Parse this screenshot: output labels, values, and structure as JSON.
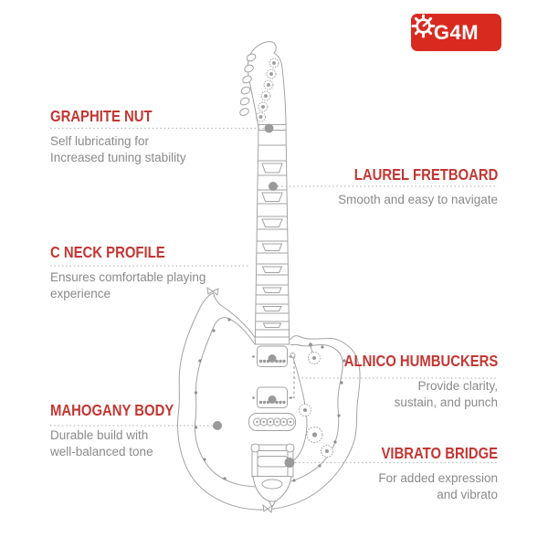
{
  "brand": {
    "logo_text": "G4M",
    "logo_icon": "gear-gauge-icon",
    "logo_bg_color": "#d92a20"
  },
  "colors": {
    "heading_red": "#c43733",
    "body_text_gray": "#8a8a8a",
    "illustration_line_gray": "#a3a3a3",
    "connector_dot_gray": "#9a9a9a"
  },
  "callouts": {
    "left": [
      {
        "title": "GRAPHITE NUT",
        "description": [
          "Self lubricating for",
          "Increased tuning stability"
        ]
      },
      {
        "title": "C NECK PROFILE",
        "description": [
          "Ensures comfortable playing",
          "experience"
        ]
      },
      {
        "title": "MAHOGANY BODY",
        "description": [
          "Durable build with",
          "well-balanced tone"
        ]
      }
    ],
    "right": [
      {
        "title": "LAUREL FRETBOARD",
        "description": [
          "Smooth and easy to navigate"
        ]
      },
      {
        "title": "ALNICO HUMBUCKERS",
        "description": [
          "Provide clarity,",
          "sustain, and punch"
        ]
      },
      {
        "title": "VIBRATO BRIDGE",
        "description": [
          "For added expression",
          "and vibrato"
        ]
      }
    ]
  },
  "illustration": {
    "subject": "offset-electric-guitar-line-drawing",
    "parts": [
      "headstock",
      "tuning-machines",
      "graphite-nut",
      "neck",
      "laurel-fretboard",
      "fret-inlays",
      "mahogany-body",
      "pickguard",
      "neck-humbucker",
      "bridge-humbucker",
      "bridge-saddles",
      "vibrato-tailpiece",
      "tremolo-arm",
      "pickup-selector-switch",
      "control-knobs",
      "strap-buttons"
    ]
  }
}
